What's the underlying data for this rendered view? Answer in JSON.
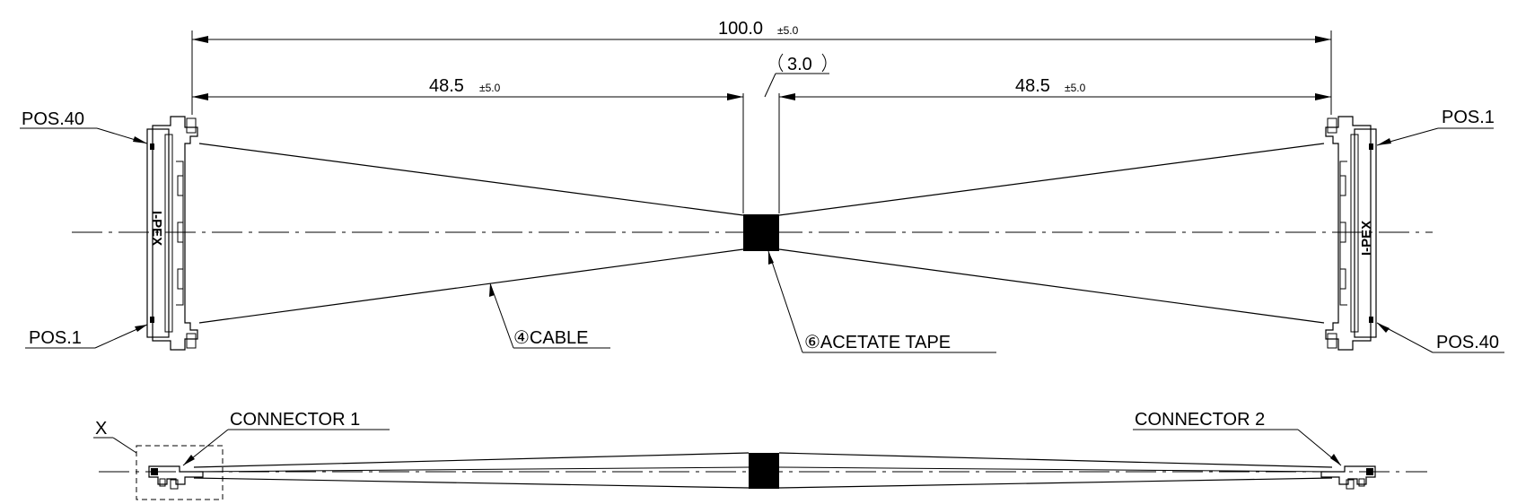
{
  "dimensions": {
    "overall": {
      "value": "100.0",
      "tolerance": "±5.0"
    },
    "left_section": {
      "value": "48.5",
      "tolerance": "±5.0"
    },
    "right_section": {
      "value": "48.5",
      "tolerance": "±5.0"
    },
    "tape_width": {
      "value": "3.0"
    }
  },
  "labels": {
    "pos40_left": "POS.40",
    "pos1_left": "POS.1",
    "pos1_right": "POS.1",
    "pos40_right": "POS.40",
    "cable": "④CABLE",
    "acetate_tape": "⑥ACETATE TAPE",
    "connector1": "CONNECTOR 1",
    "connector2": "CONNECTOR 2",
    "detail_x": "X",
    "brand_left": "I-PEX",
    "brand_right": "I-PEX"
  }
}
